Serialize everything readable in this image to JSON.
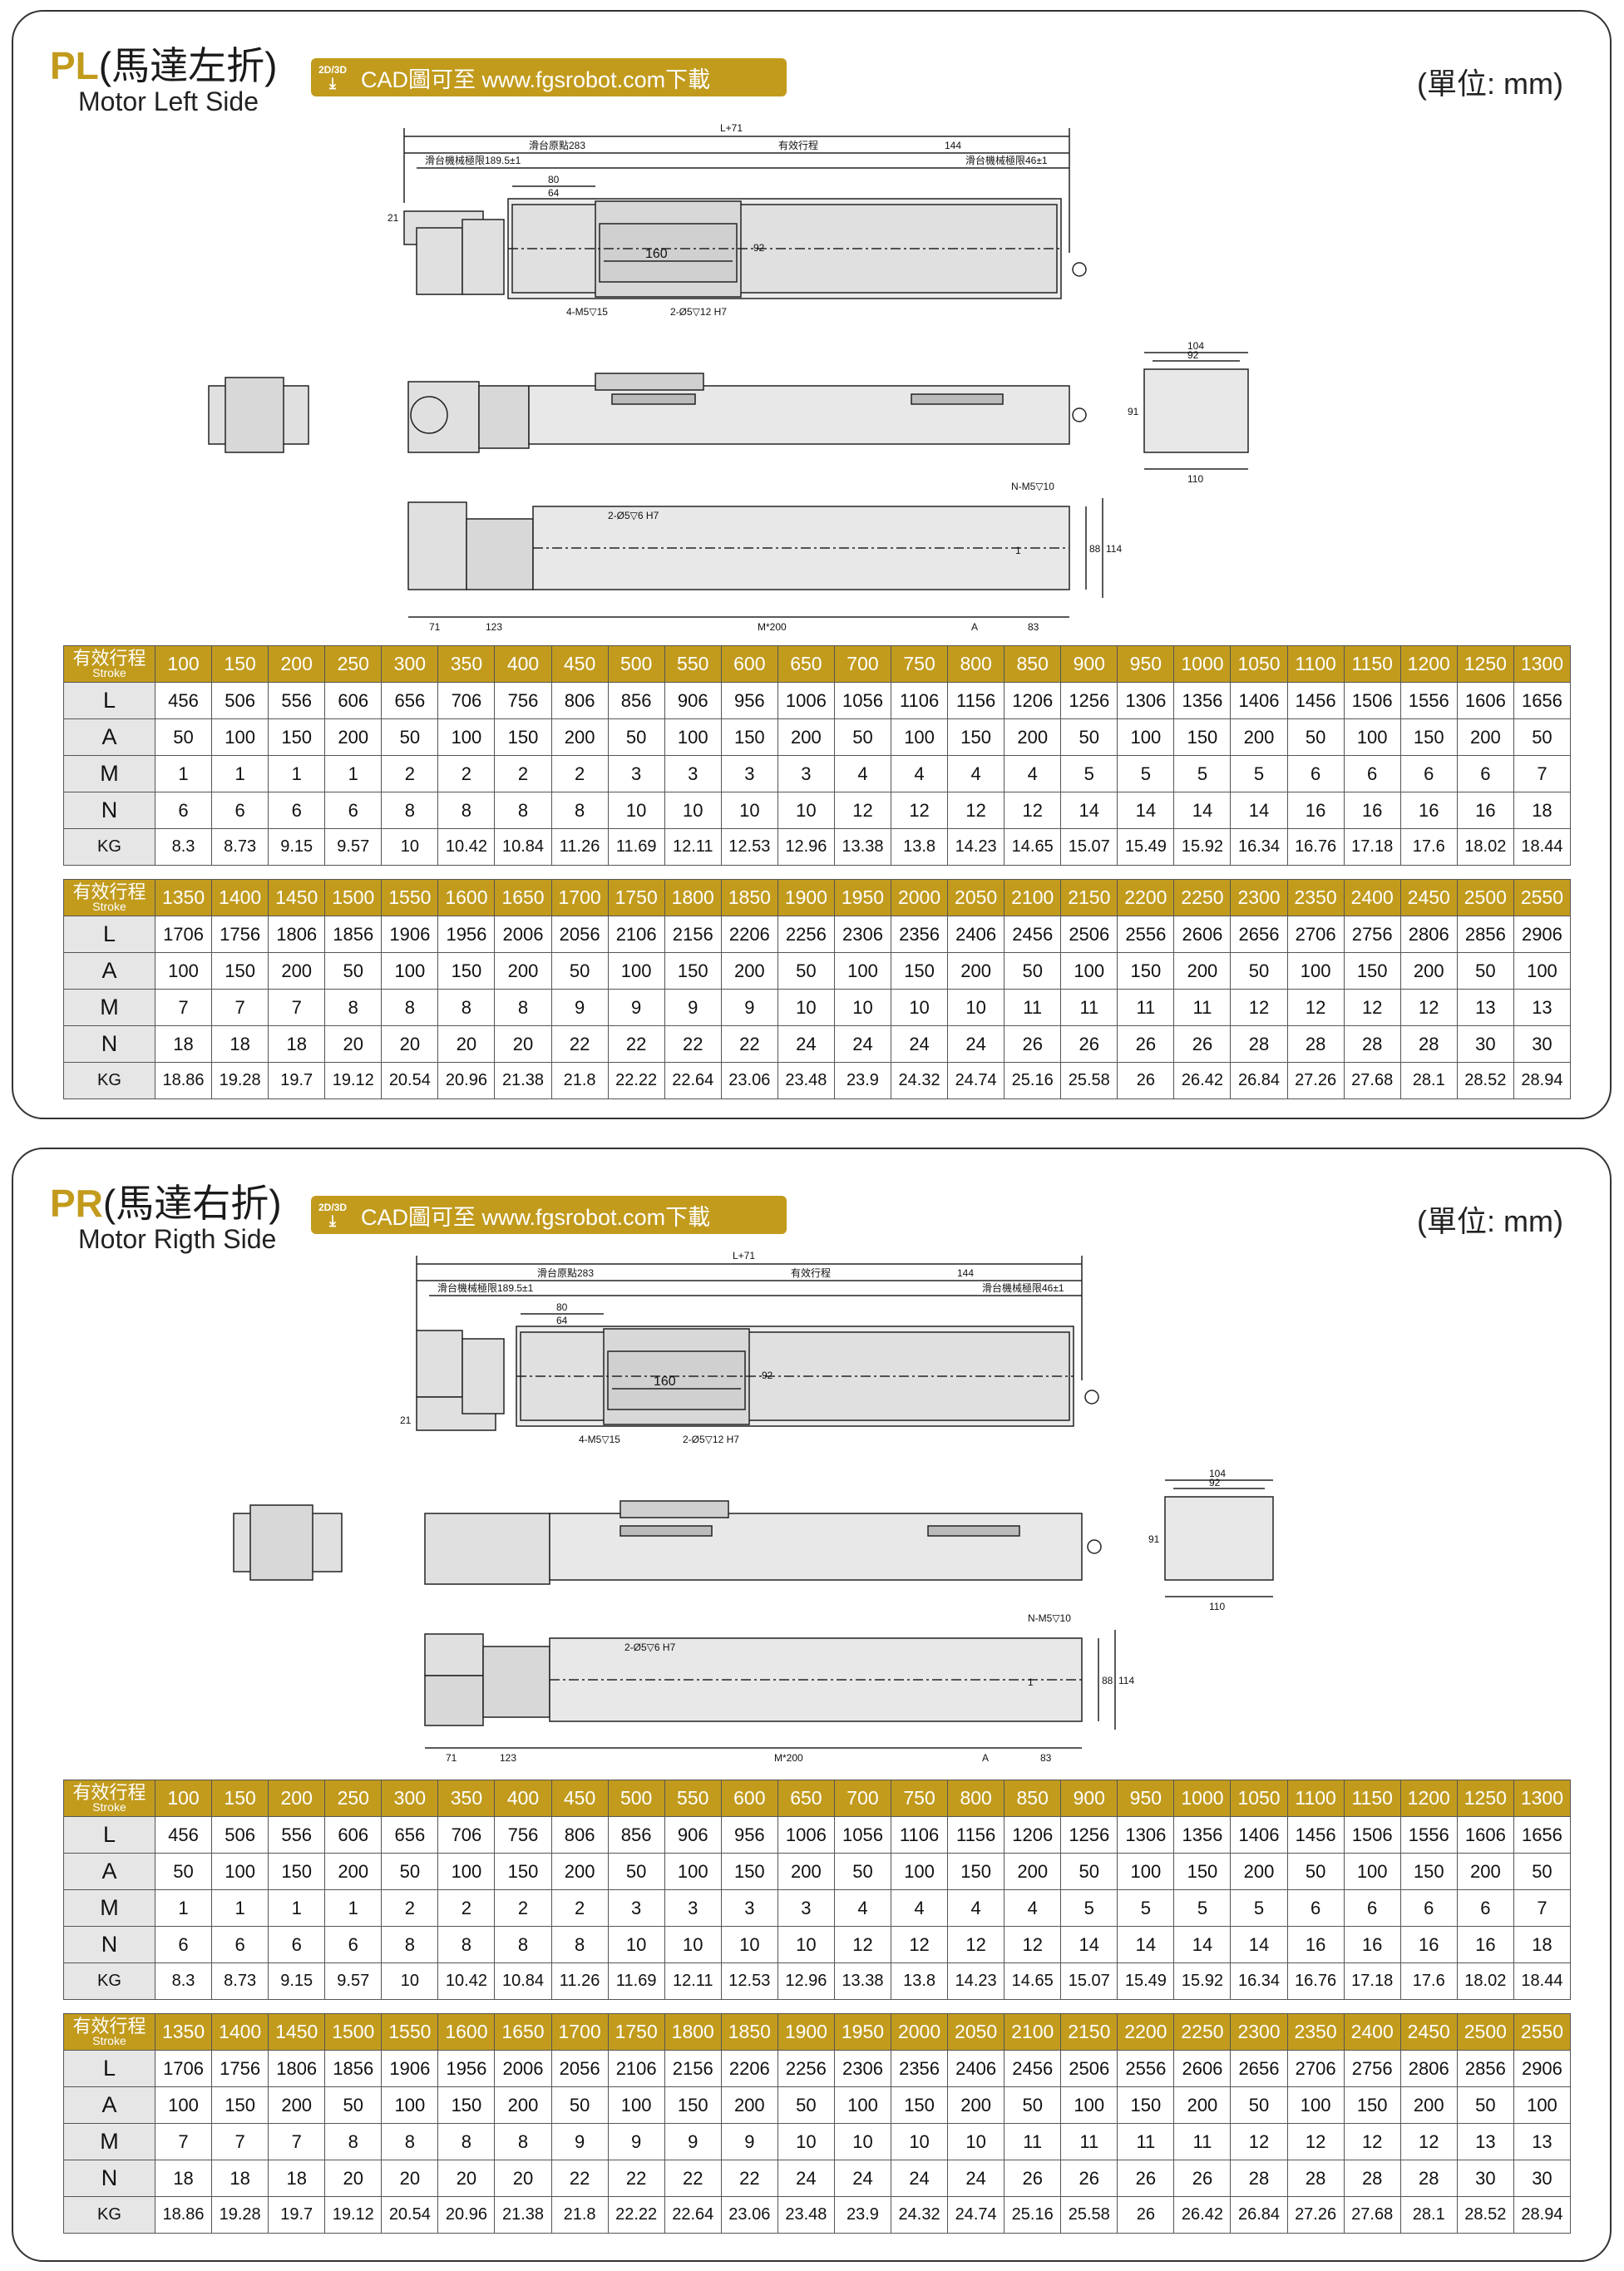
{
  "colors": {
    "accent": "#c29b1d",
    "row_header_bg": "#e6e6e6",
    "line": "#333333",
    "part_fill": "#e0e0e0"
  },
  "section_pl": {
    "code": "PL",
    "title_cn": "(馬達左折)",
    "subtitle": "Motor Left Side",
    "badge_top": "2D/3D",
    "badge_icon": "download-icon",
    "cad_text": "CAD圖可至 www.fgsrobot.com下載",
    "unit": "(單位: mm)"
  },
  "section_pr": {
    "code": "PR",
    "title_cn": "(馬達右折)",
    "subtitle": "Motor Rigth Side",
    "badge_top": "2D/3D",
    "badge_icon": "download-icon",
    "cad_text": "CAD圖可至 www.fgsrobot.com下載",
    "unit": "(單位: mm)"
  },
  "drawing": {
    "l71": "L+71",
    "origin": "滑台原點283",
    "stroke": "有效行程",
    "d144": "144",
    "limit_left": "滑台機械極限189.5±1",
    "limit_right": "滑台機械極限46±1",
    "d80": "80",
    "d64": "64",
    "d160": "160",
    "d92": "92",
    "d21": "21",
    "hole_m5": "4-M5▽15",
    "hole_pin": "2-Ø5▽12 H7",
    "end_104": "104",
    "end_92": "92",
    "end_91": "91",
    "end_110": "110",
    "nm5": "N-M5▽10",
    "pin6": "2-Ø5▽6 H7",
    "d88": "88",
    "d114": "114",
    "d1": "1",
    "b71": "71",
    "b123": "123",
    "bm200": "M*200",
    "ba": "A",
    "b83": "83"
  },
  "table_labels": {
    "stroke_cn": "有效行程",
    "stroke_en": "Stroke",
    "L": "L",
    "A": "A",
    "M": "M",
    "N": "N",
    "KG": "KG"
  },
  "table_1": {
    "stroke": [
      "100",
      "150",
      "200",
      "250",
      "300",
      "350",
      "400",
      "450",
      "500",
      "550",
      "600",
      "650",
      "700",
      "750",
      "800",
      "850",
      "900",
      "950",
      "1000",
      "1050",
      "1100",
      "1150",
      "1200",
      "1250",
      "1300"
    ],
    "L": [
      "456",
      "506",
      "556",
      "606",
      "656",
      "706",
      "756",
      "806",
      "856",
      "906",
      "956",
      "1006",
      "1056",
      "1106",
      "1156",
      "1206",
      "1256",
      "1306",
      "1356",
      "1406",
      "1456",
      "1506",
      "1556",
      "1606",
      "1656"
    ],
    "A": [
      "50",
      "100",
      "150",
      "200",
      "50",
      "100",
      "150",
      "200",
      "50",
      "100",
      "150",
      "200",
      "50",
      "100",
      "150",
      "200",
      "50",
      "100",
      "150",
      "200",
      "50",
      "100",
      "150",
      "200",
      "50"
    ],
    "M": [
      "1",
      "1",
      "1",
      "1",
      "2",
      "2",
      "2",
      "2",
      "3",
      "3",
      "3",
      "3",
      "4",
      "4",
      "4",
      "4",
      "5",
      "5",
      "5",
      "5",
      "6",
      "6",
      "6",
      "6",
      "7"
    ],
    "N": [
      "6",
      "6",
      "6",
      "6",
      "8",
      "8",
      "8",
      "8",
      "10",
      "10",
      "10",
      "10",
      "12",
      "12",
      "12",
      "12",
      "14",
      "14",
      "14",
      "14",
      "16",
      "16",
      "16",
      "16",
      "18"
    ],
    "KG": [
      "8.3",
      "8.73",
      "9.15",
      "9.57",
      "10",
      "10.42",
      "10.84",
      "11.26",
      "11.69",
      "12.11",
      "12.53",
      "12.96",
      "13.38",
      "13.8",
      "14.23",
      "14.65",
      "15.07",
      "15.49",
      "15.92",
      "16.34",
      "16.76",
      "17.18",
      "17.6",
      "18.02",
      "18.44"
    ]
  },
  "table_2": {
    "stroke": [
      "1350",
      "1400",
      "1450",
      "1500",
      "1550",
      "1600",
      "1650",
      "1700",
      "1750",
      "1800",
      "1850",
      "1900",
      "1950",
      "2000",
      "2050",
      "2100",
      "2150",
      "2200",
      "2250",
      "2300",
      "2350",
      "2400",
      "2450",
      "2500",
      "2550"
    ],
    "L": [
      "1706",
      "1756",
      "1806",
      "1856",
      "1906",
      "1956",
      "2006",
      "2056",
      "2106",
      "2156",
      "2206",
      "2256",
      "2306",
      "2356",
      "2406",
      "2456",
      "2506",
      "2556",
      "2606",
      "2656",
      "2706",
      "2756",
      "2806",
      "2856",
      "2906"
    ],
    "A": [
      "100",
      "150",
      "200",
      "50",
      "100",
      "150",
      "200",
      "50",
      "100",
      "150",
      "200",
      "50",
      "100",
      "150",
      "200",
      "50",
      "100",
      "150",
      "200",
      "50",
      "100",
      "150",
      "200",
      "50",
      "100"
    ],
    "M": [
      "7",
      "7",
      "7",
      "8",
      "8",
      "8",
      "8",
      "9",
      "9",
      "9",
      "9",
      "10",
      "10",
      "10",
      "10",
      "11",
      "11",
      "11",
      "11",
      "12",
      "12",
      "12",
      "12",
      "13",
      "13"
    ],
    "N": [
      "18",
      "18",
      "18",
      "20",
      "20",
      "20",
      "20",
      "22",
      "22",
      "22",
      "22",
      "24",
      "24",
      "24",
      "24",
      "26",
      "26",
      "26",
      "26",
      "28",
      "28",
      "28",
      "28",
      "30",
      "30"
    ],
    "KG": [
      "18.86",
      "19.28",
      "19.7",
      "19.12",
      "20.54",
      "20.96",
      "21.38",
      "21.8",
      "22.22",
      "22.64",
      "23.06",
      "23.48",
      "23.9",
      "24.32",
      "24.74",
      "25.16",
      "25.58",
      "26",
      "26.42",
      "26.84",
      "27.26",
      "27.68",
      "28.1",
      "28.52",
      "28.94"
    ]
  }
}
